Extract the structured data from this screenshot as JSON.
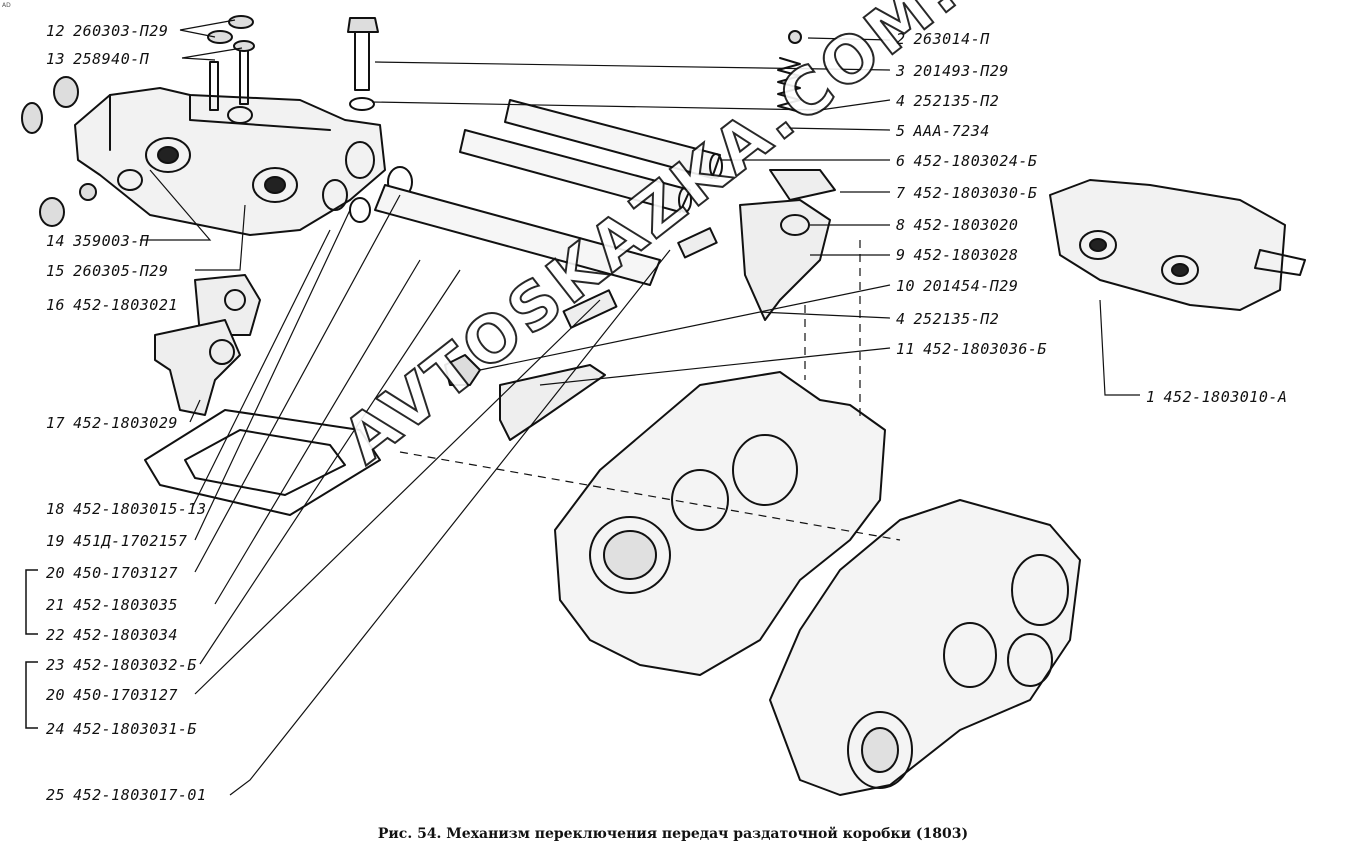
{
  "corner_mark": "AD",
  "caption": "Рис. 54. Механизм переключения передач раздаточной коробки (1803)",
  "watermark": "AVTOSKAZKA.COM.UA",
  "labels_left": [
    {
      "num": "12",
      "code": "260303-П29"
    },
    {
      "num": "13",
      "code": "258940-П"
    },
    {
      "num": "14",
      "code": "359003-П"
    },
    {
      "num": "15",
      "code": "260305-П29"
    },
    {
      "num": "16",
      "code": "452-1803021"
    },
    {
      "num": "17",
      "code": "452-1803029"
    },
    {
      "num": "18",
      "code": "452-1803015-13"
    },
    {
      "num": "19",
      "code": "451Д-1702157"
    },
    {
      "num": "20",
      "code": "450-1703127"
    },
    {
      "num": "21",
      "code": "452-1803035"
    },
    {
      "num": "22",
      "code": "452-1803034"
    },
    {
      "num": "23",
      "code": "452-1803032-Б"
    },
    {
      "num": "20",
      "code": "450-1703127"
    },
    {
      "num": "24",
      "code": "452-1803031-Б"
    },
    {
      "num": "25",
      "code": "452-1803017-01"
    }
  ],
  "labels_right": [
    {
      "num": "2",
      "code": "263014-П"
    },
    {
      "num": "3",
      "code": "201493-П29"
    },
    {
      "num": "4",
      "code": "252135-П2"
    },
    {
      "num": "5",
      "code": "ААА-7234"
    },
    {
      "num": "6",
      "code": "452-1803024-Б"
    },
    {
      "num": "7",
      "code": "452-1803030-Б"
    },
    {
      "num": "8",
      "code": "452-1803020"
    },
    {
      "num": "9",
      "code": "452-1803028"
    },
    {
      "num": "10",
      "code": "201454-П29"
    },
    {
      "num": "4",
      "code": "252135-П2"
    },
    {
      "num": "11",
      "code": "452-1803036-Б"
    },
    {
      "num": "1",
      "code": "452-1803010-А"
    }
  ]
}
